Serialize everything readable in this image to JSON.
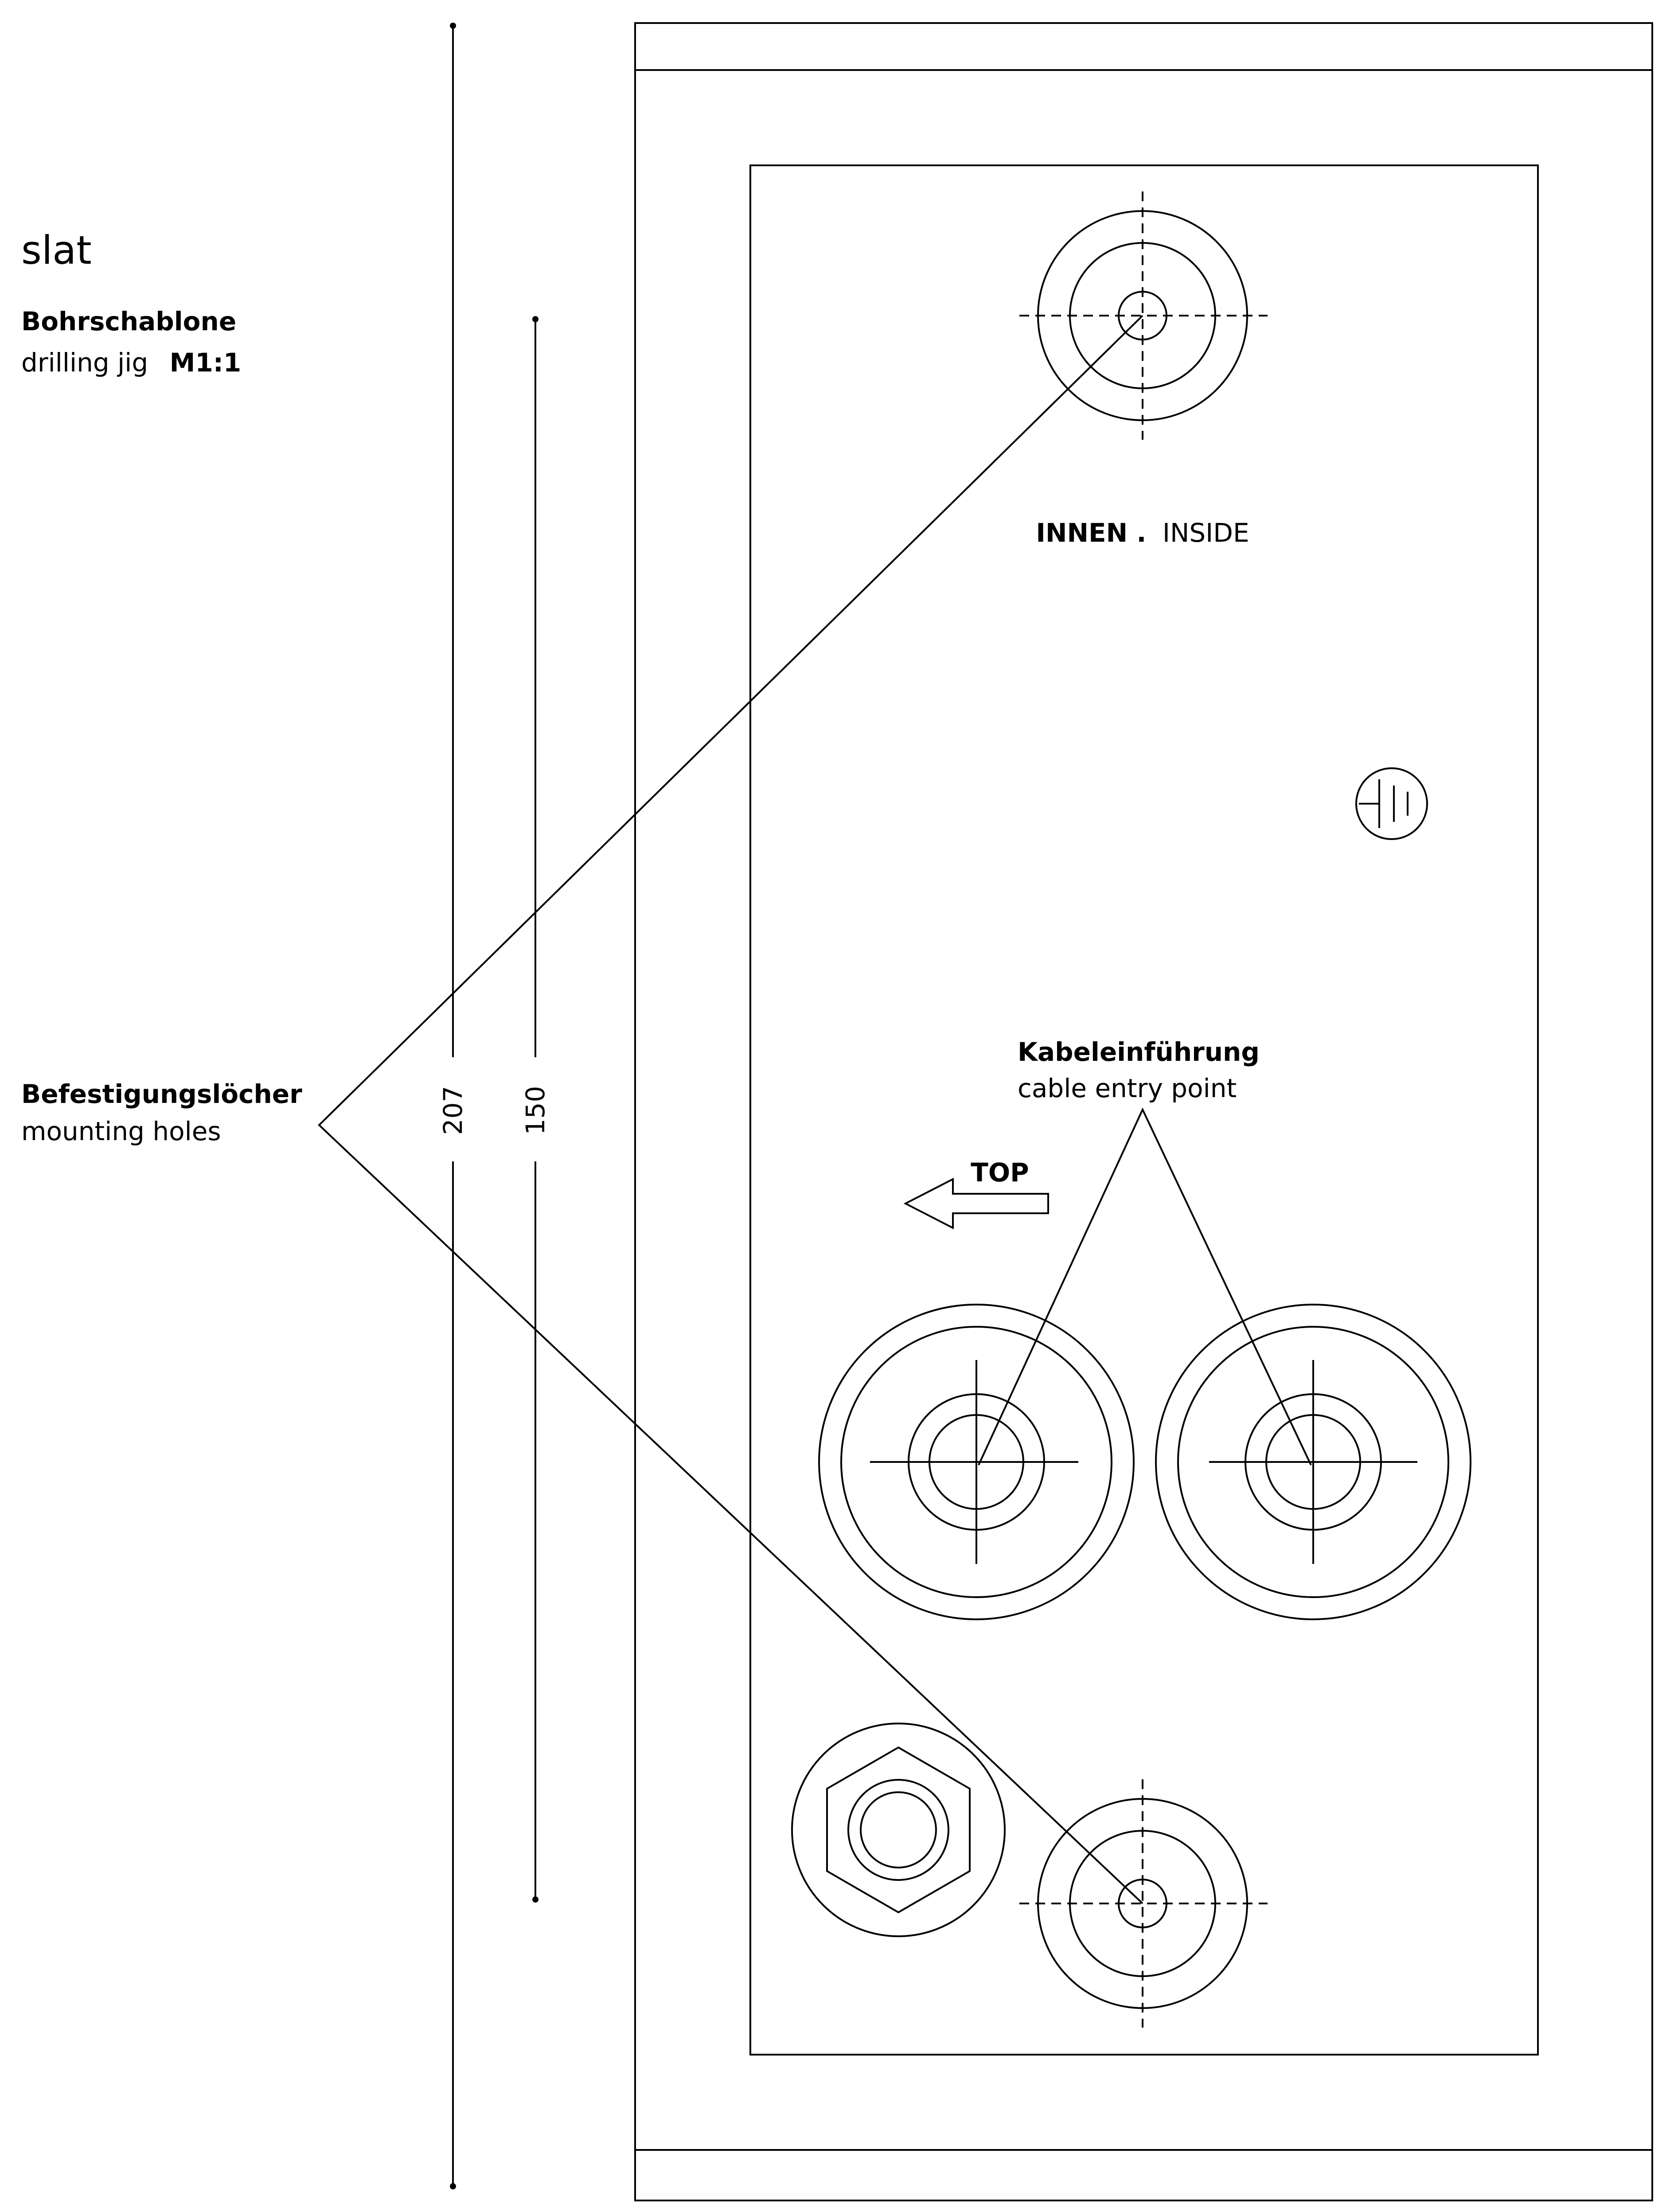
{
  "header": {
    "brand": "slat",
    "title": "Bohrschablone",
    "subtitle": "drilling jig",
    "scale": "M1:1"
  },
  "callouts": {
    "mounting_de": "Befestigungslöcher",
    "mounting_en": "mounting holes",
    "cable_de": "Kabeleinführung",
    "cable_en": "cable entry point"
  },
  "labels": {
    "inside_de": "INNEN .",
    "inside_en": "INSIDE",
    "top": "TOP"
  },
  "dimensions": {
    "outer": "207",
    "holes": "150"
  },
  "colors": {
    "line": "#000000",
    "background": "#ffffff"
  },
  "icons": {
    "ground": "ground-symbol-icon",
    "nut": "hex-nut-icon",
    "arrow": "arrow-left-icon"
  }
}
